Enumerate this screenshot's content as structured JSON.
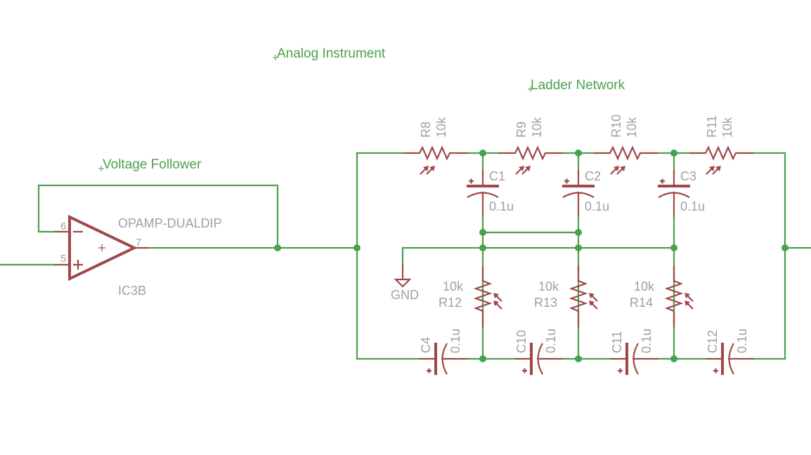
{
  "colors": {
    "wire": "#4ca04c",
    "component": "#a04848",
    "label_text": "#a0a0a0",
    "net_text": "#4ca04c",
    "background": "#ffffff"
  },
  "text_labels": {
    "analog_instrument": "Analog Instrument",
    "ladder_network": "Ladder Network",
    "voltage_follower": "Voltage Follower"
  },
  "opamp": {
    "name": "IC3B",
    "value": "OPAMP-DUALDIP",
    "pins": {
      "inverting": "6",
      "non_inverting": "5",
      "output": "7"
    },
    "symbols": {
      "minus": "−",
      "plus": "+",
      "power": "+"
    }
  },
  "ground": {
    "label": "GND"
  },
  "series_resistors": [
    {
      "name": "R8",
      "value": "10k"
    },
    {
      "name": "R9",
      "value": "10k"
    },
    {
      "name": "R10",
      "value": "10k"
    },
    {
      "name": "R11",
      "value": "10k"
    }
  ],
  "top_capacitors": [
    {
      "name": "C1",
      "value": "0.1u"
    },
    {
      "name": "C2",
      "value": "0.1u"
    },
    {
      "name": "C3",
      "value": "0.1u"
    }
  ],
  "shunt_resistors": [
    {
      "name": "R12",
      "value": "10k"
    },
    {
      "name": "R13",
      "value": "10k"
    },
    {
      "name": "R14",
      "value": "10k"
    }
  ],
  "bottom_capacitors": [
    {
      "name": "C4",
      "value": "0.1u"
    },
    {
      "name": "C10",
      "value": "0.1u"
    },
    {
      "name": "C11",
      "value": "0.1u"
    },
    {
      "name": "C12",
      "value": "0.1u"
    }
  ],
  "polarity_mark": "+"
}
